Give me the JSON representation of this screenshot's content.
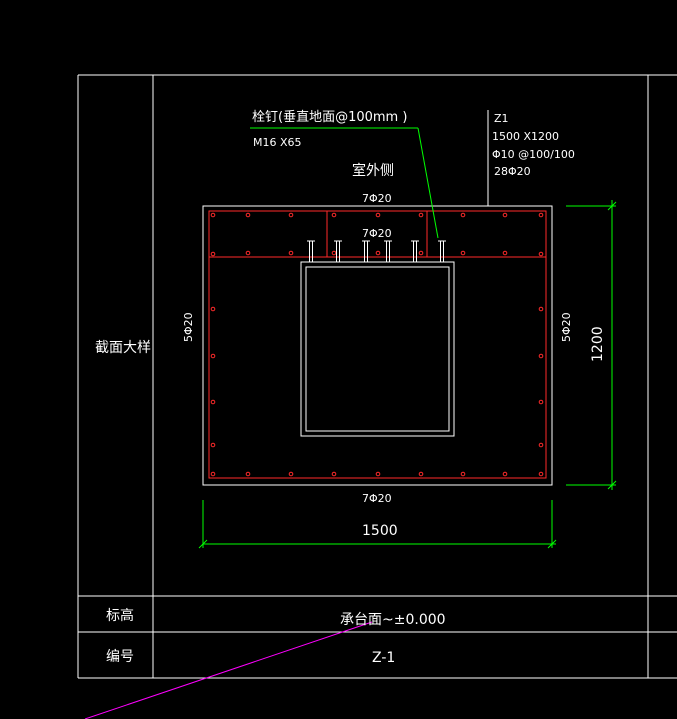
{
  "colors": {
    "background": "#000000",
    "frame": "#ffffff",
    "rebar": "#ff2a2a",
    "dimension": "#00ff00",
    "leader": "#00ff00",
    "magenta_line": "#ff00ff",
    "stud": "#ffffff"
  },
  "table": {
    "row_label_section": "截面大样",
    "row_label_elevation": "标高",
    "row_label_number": "编号",
    "elevation_value": "承台面~±0.000",
    "number_value": "Z-1"
  },
  "annotations": {
    "stud_title": "栓钉(垂直地面@100mm    )",
    "stud_spec": "M16 X65",
    "outside_label": "室外侧",
    "column_id": "Z1",
    "column_size": "1500 X1200",
    "stirrup": "Φ10 @100/100",
    "main_rebar": "28Φ20",
    "top_rebar": "7Φ20",
    "inner_rebar": "7Φ20",
    "bottom_rebar": "7Φ20",
    "left_rebar": "5Φ20",
    "right_rebar": "5Φ20",
    "dim_width": "1500",
    "dim_height": "1200"
  }
}
